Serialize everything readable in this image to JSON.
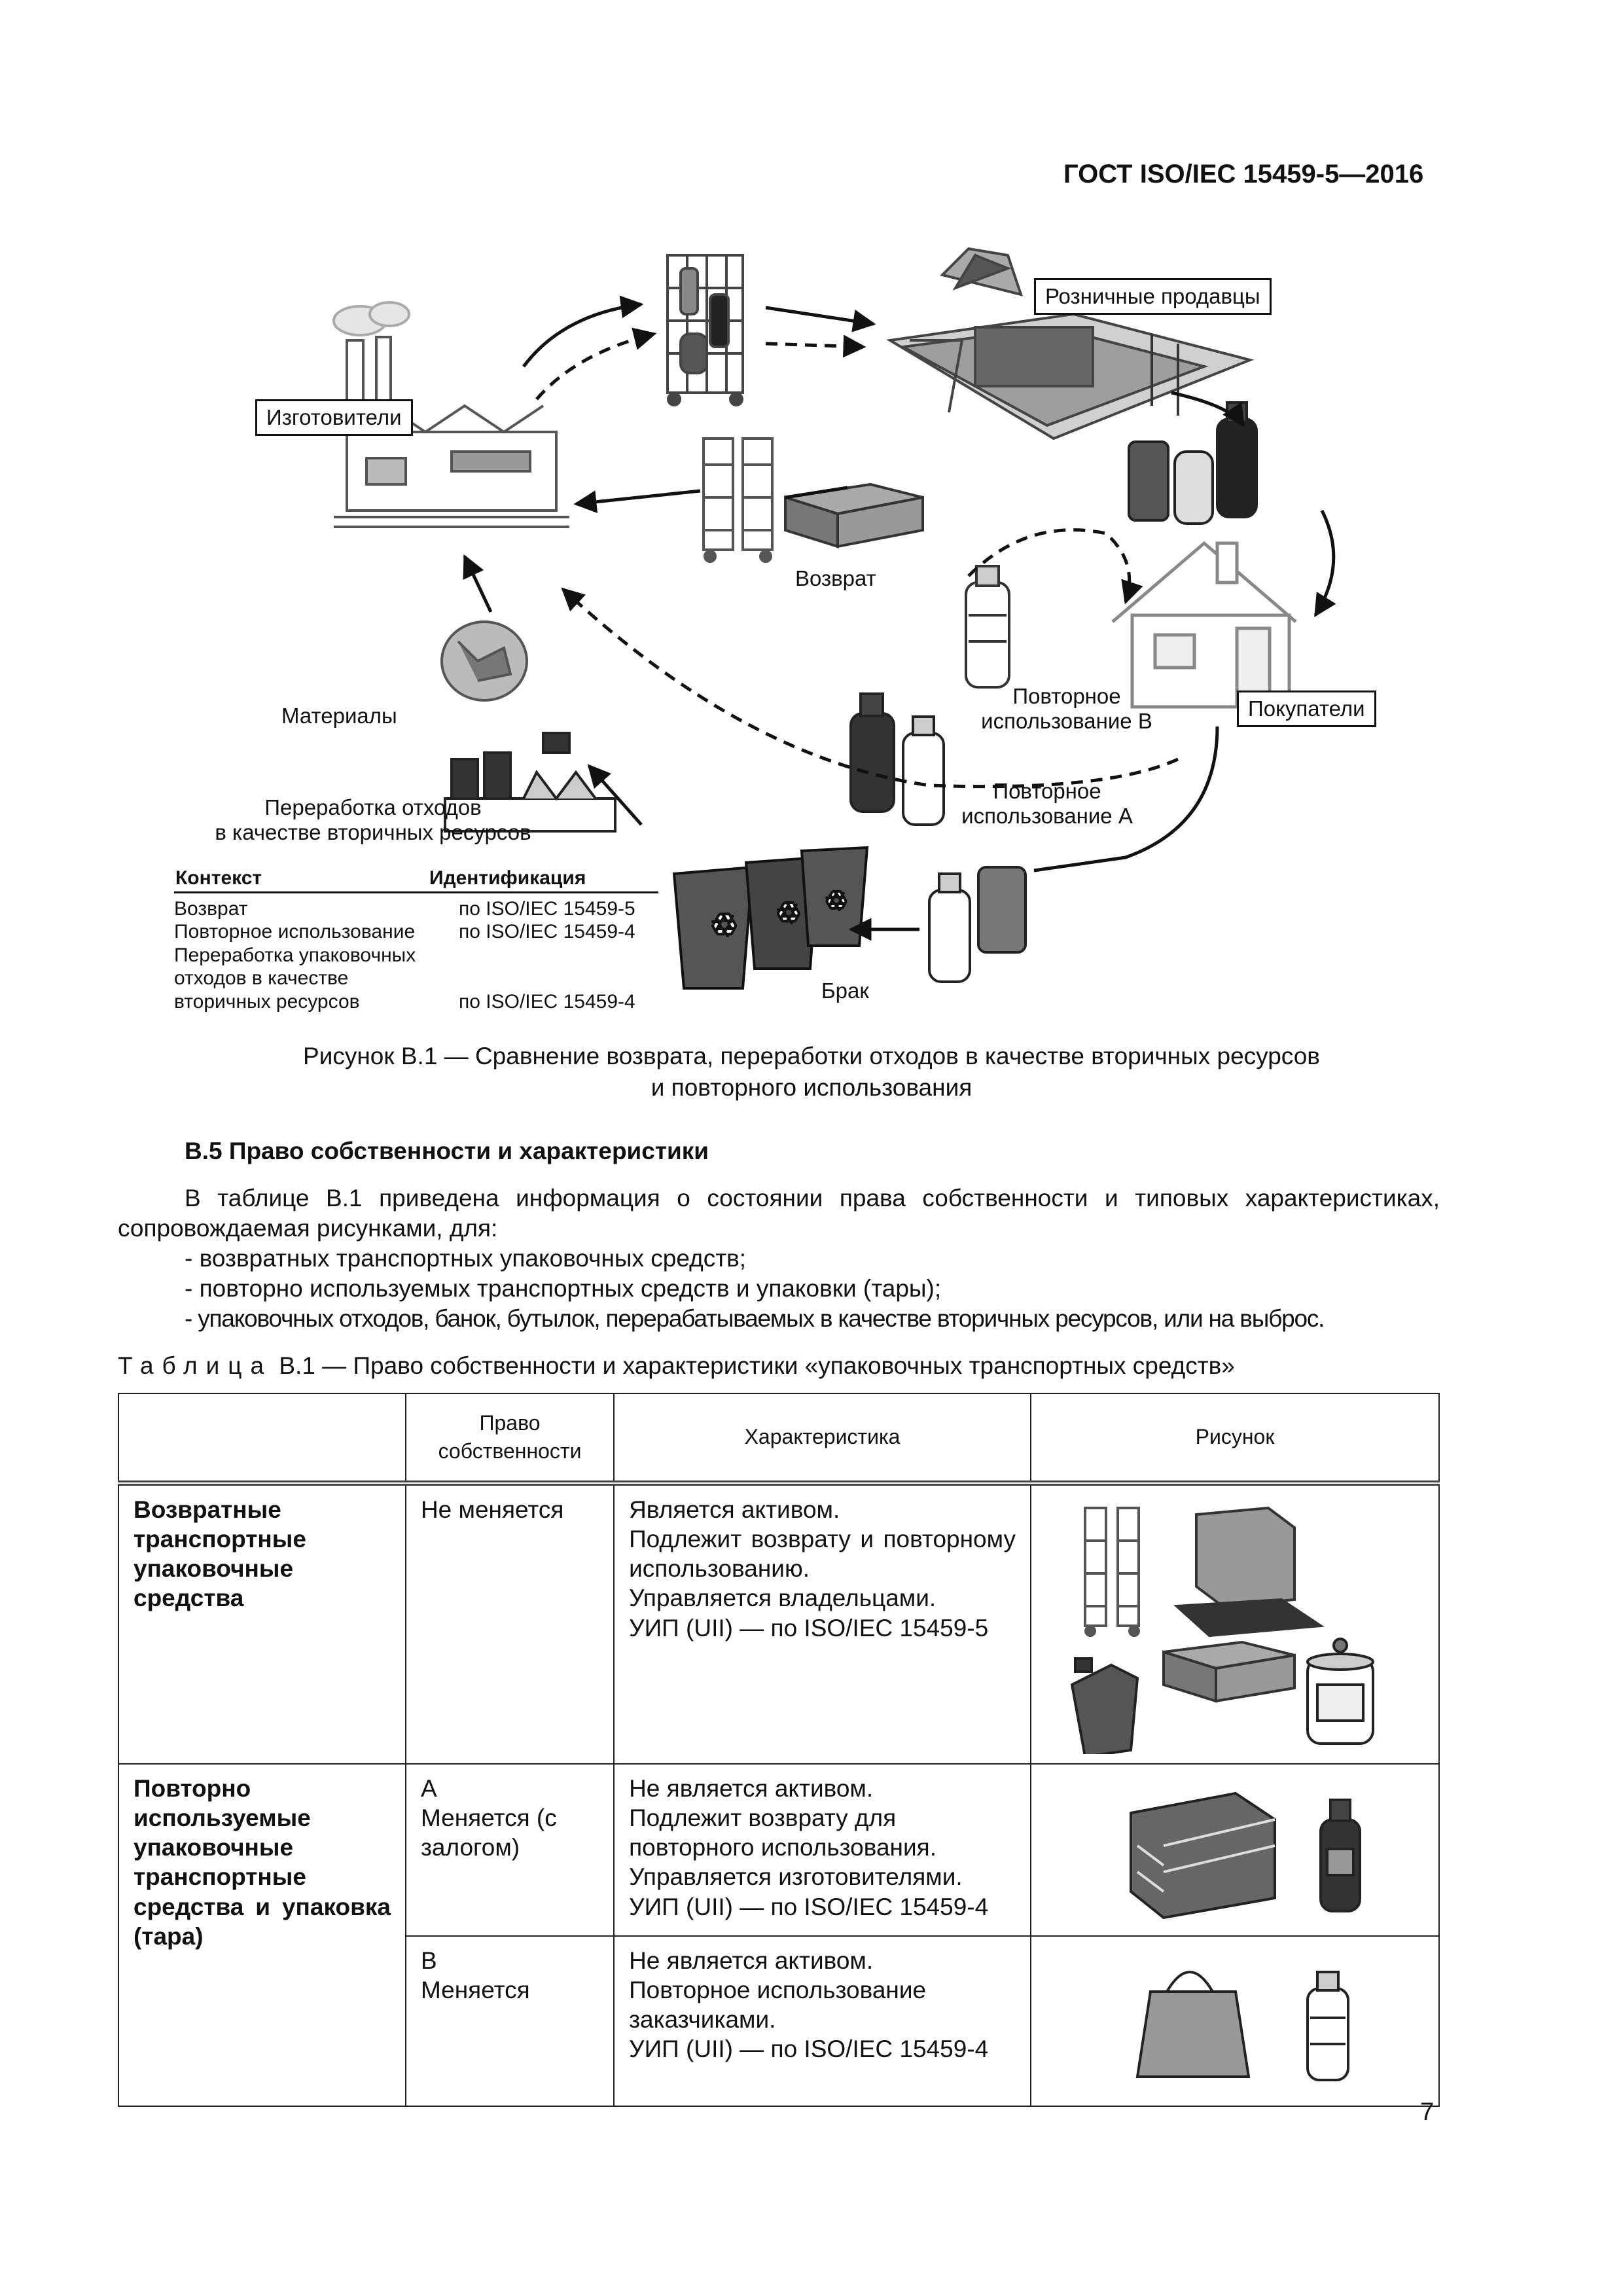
{
  "header": {
    "doc_code": "ГОСТ ISO/IEC 15459-5—2016"
  },
  "figure": {
    "labels": {
      "manufacturers": "Изготовители",
      "retailers": "Розничные продавцы",
      "customers": "Покупатели",
      "return": "Возврат",
      "materials": "Материалы",
      "recycling_line1": "Переработка отходов",
      "recycling_line2": "в качестве вторичных ресурсов",
      "reuse_b_line1": "Повторное",
      "reuse_b_line2": "использование B",
      "reuse_a_line1": "Повторное",
      "reuse_a_line2": "использование A",
      "scrap": "Брак"
    },
    "legend": {
      "col1": "Контекст",
      "col2": "Идентификация",
      "rows": [
        {
          "context": "Возврат",
          "id": "по ISO/IEC 15459-5"
        },
        {
          "context": "Повторное использование",
          "id": "по ISO/IEC 15459-4"
        },
        {
          "context": "Переработка упаковочных отходов в качестве вторичных ресурсов",
          "id": "по ISO/IEC 15459-4"
        }
      ]
    },
    "caption_line1": "Рисунок В.1 — Сравнение возврата, переработки отходов в качестве вторичных ресурсов",
    "caption_line2": "и повторного использования"
  },
  "section": {
    "heading": "В.5 Право собственности и характеристики",
    "intro": "В таблице В.1 приведена информация о состоянии права собственности и типовых характеристиках, сопровождаемая рисунками, для:",
    "bullets": [
      "- возвратных транспортных упаковочных средств;",
      "- повторно используемых транспортных средств и упаковки (тары);",
      "- упаковочных отходов, банок, бутылок, перерабатываемых в качестве вторичных ресурсов, или на выброс."
    ]
  },
  "table": {
    "caption_label": "Таблица",
    "caption_text": "В.1 — Право собственности и характеристики «упаковочных транспортных средств»",
    "headers": {
      "ownership": "Право собственности",
      "characteristic": "Характеристика",
      "picture": "Рисунок"
    },
    "rows": [
      {
        "name": "Возвратные транспортные упаковочные средства",
        "ownership": "Не меняется",
        "characteristic": [
          "Является активом.",
          "Подлежит возврату и повторному использованию.",
          "Управляется владельцами.",
          "УИП (UII) — по ISO/IEC 15459-5"
        ]
      },
      {
        "name": "Повторно используемые упаковочные транспортные средства и упаковка (тара)",
        "ownership_code": "А",
        "ownership": "Меняется (с залогом)",
        "characteristic": [
          "Не является активом.",
          "Подлежит возврату для повторного использования.",
          "Управляется изготовителями.",
          "УИП (UII) — по ISO/IEC 15459-4"
        ]
      },
      {
        "ownership_code": "В",
        "ownership": "Меняется",
        "characteristic": [
          "Не является активом.",
          "Повторное использование заказчиками.",
          "УИП (UII) — по ISO/IEC 15459-4"
        ]
      }
    ]
  },
  "page_number": "7"
}
